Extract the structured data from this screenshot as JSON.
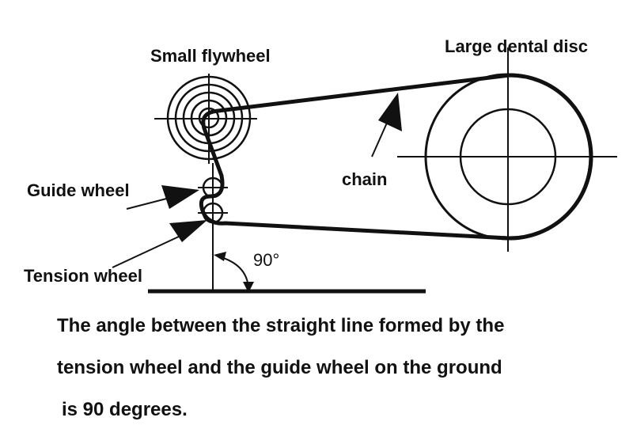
{
  "labels": {
    "small_flywheel": "Small flywheel",
    "large_dental_disc": "Large dental disc",
    "chain": "chain",
    "guide_wheel": "Guide wheel",
    "tension_wheel": "Tension wheel",
    "angle": "90°"
  },
  "caption": {
    "line1": "The angle between the straight line formed by the",
    "line2": "tension wheel and the guide wheel on the ground",
    "line3": "is 90 degrees."
  },
  "colors": {
    "ink": "#111111",
    "background": "#ffffff"
  }
}
